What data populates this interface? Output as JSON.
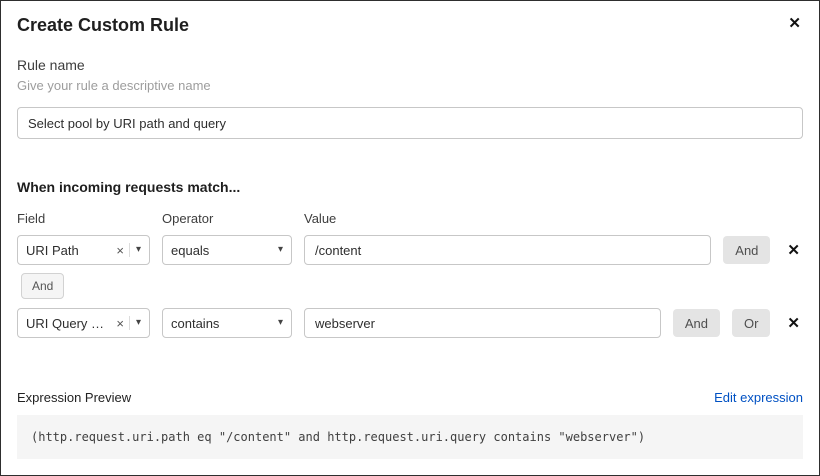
{
  "dialog": {
    "title": "Create Custom Rule"
  },
  "icons": {
    "close": "✕",
    "delete": "✕",
    "clear": "×",
    "caret": "▾"
  },
  "colors": {
    "link": "#0051c3",
    "button_gray": "#e4e4e4",
    "code_background": "#f5f5f5"
  },
  "rule_name": {
    "label": "Rule name",
    "hint": "Give your rule a descriptive name",
    "value": "Select pool by URI path and query"
  },
  "matcher": {
    "heading": "When incoming requests match...",
    "columns": {
      "field": "Field",
      "operator": "Operator",
      "value": "Value"
    },
    "connector": "And",
    "rows": [
      {
        "field": "URI Path",
        "operator": "equals",
        "value": "/content",
        "and_label": "And"
      },
      {
        "field": "URI Query St...",
        "operator": "contains",
        "value": "webserver",
        "and_label": "And",
        "or_label": "Or"
      }
    ]
  },
  "expression": {
    "label": "Expression Preview",
    "edit_link": "Edit expression",
    "preview": "(http.request.uri.path eq \"/content\" and http.request.uri.query contains \"webserver\")"
  }
}
